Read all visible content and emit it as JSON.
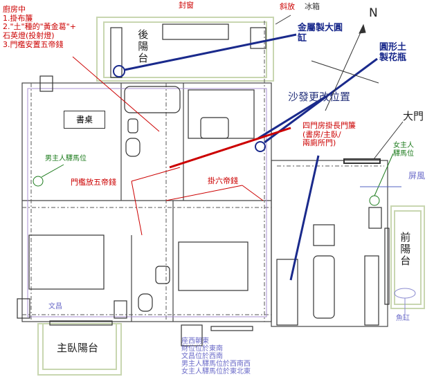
{
  "notes": {
    "kitchen": "廚房中\n1.掛布簾\n2.\"土\"種的\"黃金葛\"+\n石英燈(投射燈)\n3.門檻安置五帝錢",
    "seal_window": "封窗",
    "fridge_slant": "斜放",
    "fridge": "冰箱",
    "metal_vat": "金屬製大圓\n缸",
    "clay_vase": "圓形土\n製花瓶",
    "north": "N",
    "sofa_move": "沙發更改位置",
    "four_doors": "四門房掛長門簾\n(書房/主臥/\n兩廁所門)",
    "main_door": "大門",
    "female_post": "女主人\n驛馬位",
    "screen": "屏風",
    "male_post": "男主人驛馬位",
    "threshold_coins": "門檻放五帝錢",
    "six_coins": "掛六帝錢",
    "fish_tank": "魚缸",
    "wenchang": "文昌"
  },
  "rooms": {
    "back_balcony": "後陽台",
    "desk": "書桌",
    "master_balcony": "主臥陽台",
    "front_balcony": "前陽台"
  },
  "legend": [
    "座西朝東",
    "財位位於東南",
    "文昌位於西南",
    "男主人驛馬位於西南西",
    "女主人驛馬位於東北東"
  ],
  "colors": {
    "annotation_red": "#cc0000",
    "annotation_blue": "#1a2a8c",
    "green": "#1a7a1a",
    "lavender": "#6a6ac8"
  }
}
